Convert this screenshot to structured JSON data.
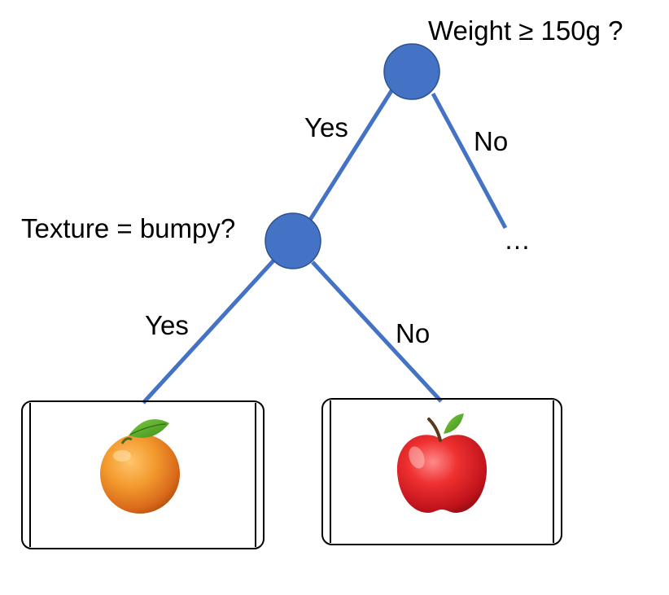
{
  "colors": {
    "node_fill": "#4472C4",
    "node_stroke": "#2F528F",
    "edge": "#4472C4",
    "leaf_border": "#000000",
    "text": "#000000"
  },
  "root": {
    "question": "Weight ≥ 150g ?",
    "yes_label": "Yes",
    "no_label": "No"
  },
  "texture_node": {
    "question": "Texture = bumpy?",
    "yes_label": "Yes",
    "no_label": "No"
  },
  "no_branch": {
    "continuation": "…"
  },
  "leaves": [
    {
      "icon": "orange-icon"
    },
    {
      "icon": "apple-icon"
    }
  ]
}
